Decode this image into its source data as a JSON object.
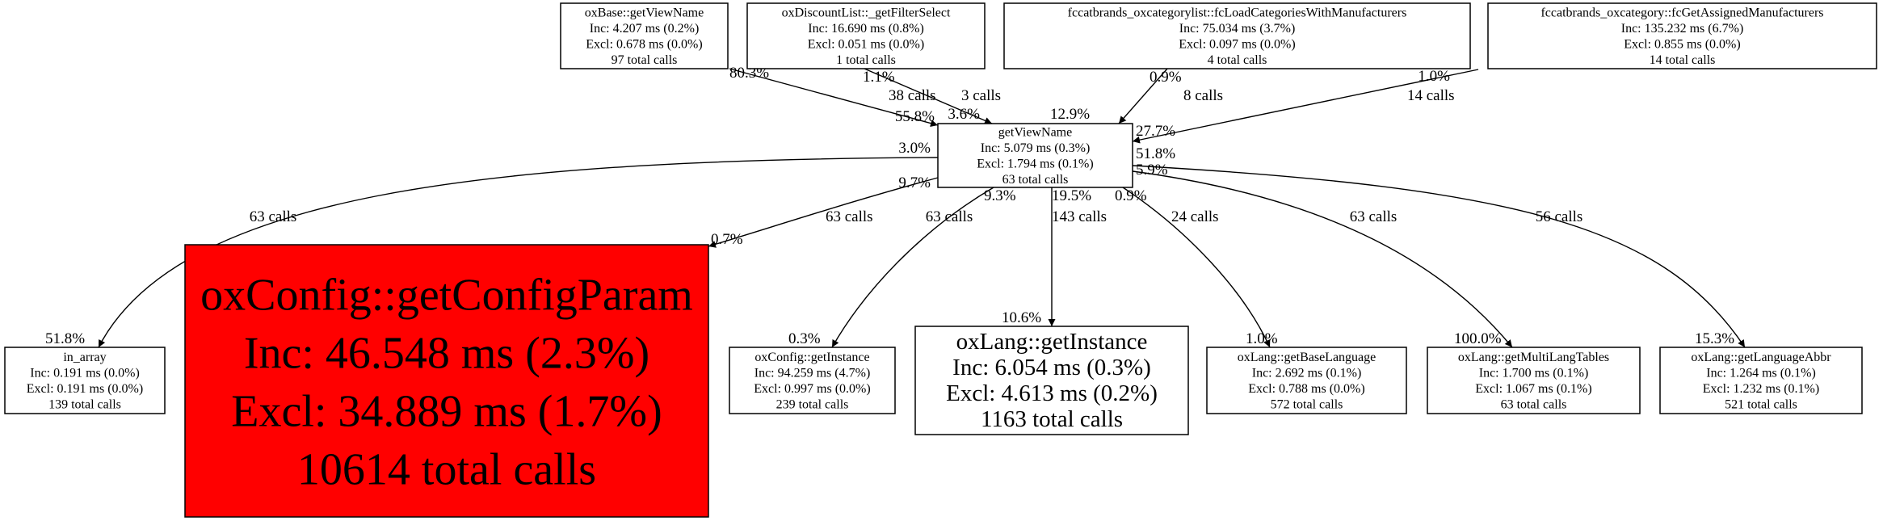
{
  "colors": {
    "hot": "#ff0000",
    "normal": "#ffffff",
    "stroke": "#000000"
  },
  "nodes": [
    {
      "id": "oxbase",
      "lines": [
        "oxBase::getViewName",
        "Inc: 4.207 ms (0.2%)",
        "Excl: 0.678 ms (0.0%)",
        "97 total calls"
      ],
      "fill": "#ffffff"
    },
    {
      "id": "oxdiscount",
      "lines": [
        "oxDiscountList::_getFilterSelect",
        "Inc: 16.690 ms (0.8%)",
        "Excl: 0.051 ms (0.0%)",
        "1 total calls"
      ],
      "fill": "#ffffff"
    },
    {
      "id": "fccatlist",
      "lines": [
        "fccatbrands_oxcategorylist::fcLoadCategoriesWithManufacturers",
        "Inc: 75.034 ms (3.7%)",
        "Excl: 0.097 ms (0.0%)",
        "4 total calls"
      ],
      "fill": "#ffffff"
    },
    {
      "id": "fccat",
      "lines": [
        "fccatbrands_oxcategory::fcGetAssignedManufacturers",
        "Inc: 135.232 ms (6.7%)",
        "Excl: 0.855 ms (0.0%)",
        "14 total calls"
      ],
      "fill": "#ffffff"
    },
    {
      "id": "getviewname",
      "lines": [
        "getViewName",
        "Inc: 5.079 ms (0.3%)",
        "Excl: 1.794 ms (0.1%)",
        "63 total calls"
      ],
      "fill": "#ffffff"
    },
    {
      "id": "inarray",
      "lines": [
        "in_array",
        "Inc: 0.191 ms (0.0%)",
        "Excl: 0.191 ms (0.0%)",
        "139 total calls"
      ],
      "fill": "#ffffff"
    },
    {
      "id": "getconfigparam",
      "lines": [
        "oxConfig::getConfigParam",
        "Inc: 46.548 ms (2.3%)",
        "Excl: 34.889 ms (1.7%)",
        "10614 total calls"
      ],
      "fill": "#ff0000"
    },
    {
      "id": "configinstance",
      "lines": [
        "oxConfig::getInstance",
        "Inc: 94.259 ms (4.7%)",
        "Excl: 0.997 ms (0.0%)",
        "239 total calls"
      ],
      "fill": "#ffffff"
    },
    {
      "id": "langinstance",
      "lines": [
        "oxLang::getInstance",
        "Inc: 6.054 ms (0.3%)",
        "Excl: 4.613 ms (0.2%)",
        "1163 total calls"
      ],
      "fill": "#ffffff"
    },
    {
      "id": "baselanguage",
      "lines": [
        "oxLang::getBaseLanguage",
        "Inc: 2.692 ms (0.1%)",
        "Excl: 0.788 ms (0.0%)",
        "572 total calls"
      ],
      "fill": "#ffffff"
    },
    {
      "id": "multilangtables",
      "lines": [
        "oxLang::getMultiLangTables",
        "Inc: 1.700 ms (0.1%)",
        "Excl: 1.067 ms (0.1%)",
        "63 total calls"
      ],
      "fill": "#ffffff"
    },
    {
      "id": "languageabbr",
      "lines": [
        "oxLang::getLanguageAbbr",
        "Inc: 1.264 ms (0.1%)",
        "Excl: 1.232 ms (0.1%)",
        "521 total calls"
      ],
      "fill": "#ffffff"
    }
  ],
  "edges": [
    {
      "from": "oxbase",
      "to": "getviewname",
      "src_pct": "80.3%",
      "calls": "38 calls",
      "dst_pct": "55.8%"
    },
    {
      "from": "oxdiscount",
      "to": "getviewname",
      "src_pct": "1.1%",
      "calls": "3 calls",
      "dst_pct": "3.6%"
    },
    {
      "from": "fccatlist",
      "to": "getviewname",
      "src_pct": "0.9%",
      "calls": "8 calls",
      "dst_pct": "12.9%"
    },
    {
      "from": "fccat",
      "to": "getviewname",
      "src_pct": "1.0%",
      "calls": "14 calls",
      "dst_pct": "27.7%"
    },
    {
      "from": "getviewname",
      "to": "inarray",
      "src_pct": "3.0%",
      "calls": "63 calls",
      "dst_pct": "51.8%"
    },
    {
      "from": "getviewname",
      "to": "getconfigparam",
      "src_pct": "9.7%",
      "calls": "63 calls",
      "dst_pct": "0.7%"
    },
    {
      "from": "getviewname",
      "to": "configinstance",
      "src_pct": "9.3%",
      "calls": "63 calls",
      "dst_pct": "0.3%"
    },
    {
      "from": "getviewname",
      "to": "langinstance",
      "src_pct": "19.5%",
      "calls": "143 calls",
      "dst_pct": "10.6%"
    },
    {
      "from": "getviewname",
      "to": "baselanguage",
      "src_pct": "0.9%",
      "calls": "24 calls",
      "dst_pct": "1.0%"
    },
    {
      "from": "getviewname",
      "to": "multilangtables",
      "src_pct": "51.8%",
      "calls": "63 calls",
      "dst_pct": "100.0%"
    },
    {
      "from": "getviewname",
      "to": "languageabbr",
      "src_pct": "5.9%",
      "calls": "56 calls",
      "dst_pct": "15.3%"
    }
  ]
}
